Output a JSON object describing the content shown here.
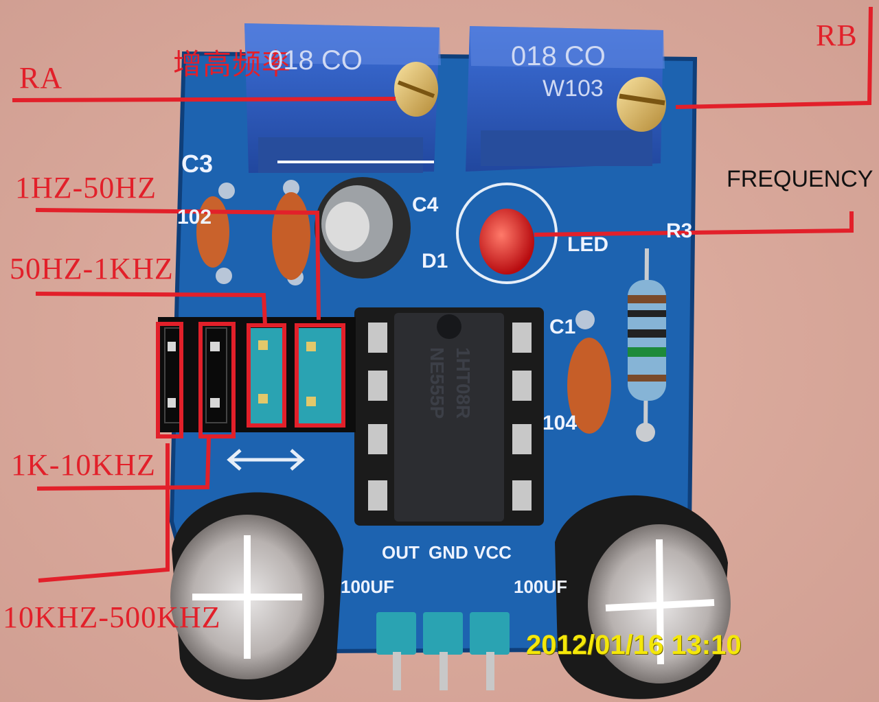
{
  "photo": {
    "subject": "NE555 pulse frequency adjustable module",
    "colors": {
      "background": "#dba99b",
      "pcb": "#1d63b0",
      "annotation_red": "#e2202a",
      "potentiometer": "#2a55b8",
      "timestamp": "#f4e70a"
    }
  },
  "annotations": {
    "ra": "RA",
    "ra_note": "增高频率",
    "rb": "RB",
    "frequency": "FREQUENCY",
    "range_1": "1HZ-50HZ",
    "range_2": "50HZ-1KHZ",
    "range_3": "1K-10KHZ",
    "range_4": "10KHZ-500KHZ"
  },
  "board_text": {
    "pot_left": "018 CO",
    "pot_right": "018 CO",
    "pot_code": "W103",
    "chip_line1": "1HT08R",
    "chip_line2": "NE555P",
    "c3": "C3",
    "c3_value": "102",
    "c4": "C4",
    "d1": "D1",
    "led": "LED",
    "r3": "R3",
    "c1": "C1",
    "c1_value": "104",
    "out": "OUT",
    "gnd": "GND",
    "vcc": "VCC",
    "cap_left": "100UF",
    "cap_right": "100UF"
  },
  "timestamp": "2012/01/16 13:10"
}
